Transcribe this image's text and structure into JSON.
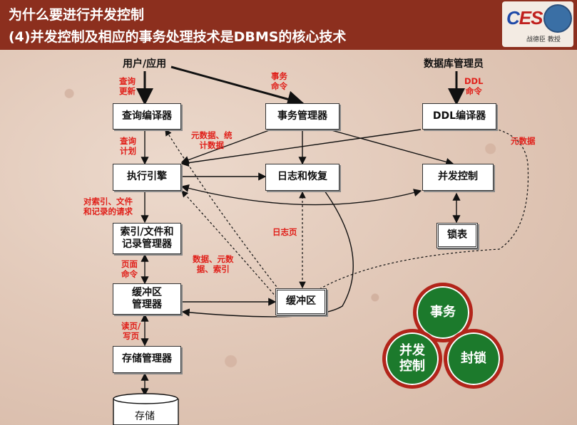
{
  "title_line1": "为什么要进行并发控制",
  "title_line2": "(4)并发控制及相应的事务处理技术是DBMS的核心技术",
  "logo": {
    "text_c": "C",
    "text_es": "ES",
    "sub": "战德臣 教授"
  },
  "nodes": {
    "user_app": "用户/应用",
    "dba": "数据库管理员",
    "query_compiler": "查询编译器",
    "txn_manager": "事务管理器",
    "ddl_compiler": "DDL编译器",
    "exec_engine": "执行引擎",
    "log_recovery": "日志和恢复",
    "concurrency": "并发控制",
    "index_file_mgr": "索引/文件和\n记录管理器",
    "lock_table": "锁表",
    "buffer_mgr": "缓冲区\n管理器",
    "buffer": "缓冲区",
    "storage_mgr": "存储管理器",
    "storage": "存储"
  },
  "edge_labels": {
    "query_update": "查询\n更新",
    "txn_cmd": "事务\n命令",
    "ddl_cmd": "DDL\n命令",
    "meta_stats": "元数据、统\n计数据",
    "query_plan": "查询\n计划",
    "metadata": "元数据",
    "index_req": "对索引、文件\n和记录的请求",
    "log_page": "日志页",
    "page_cmd": "页面\n命令",
    "data_meta_index": "数据、元数\n据、索引",
    "rw_page": "读页/\n写页"
  },
  "circles": {
    "transaction": "事务",
    "concurrency": "并发\n控制",
    "lock": "封锁"
  },
  "colors": {
    "header": "#8c2f1e",
    "label_red": "#e0201a",
    "circle_fill": "#1c7a2c",
    "circle_ring": "#b3241a"
  }
}
